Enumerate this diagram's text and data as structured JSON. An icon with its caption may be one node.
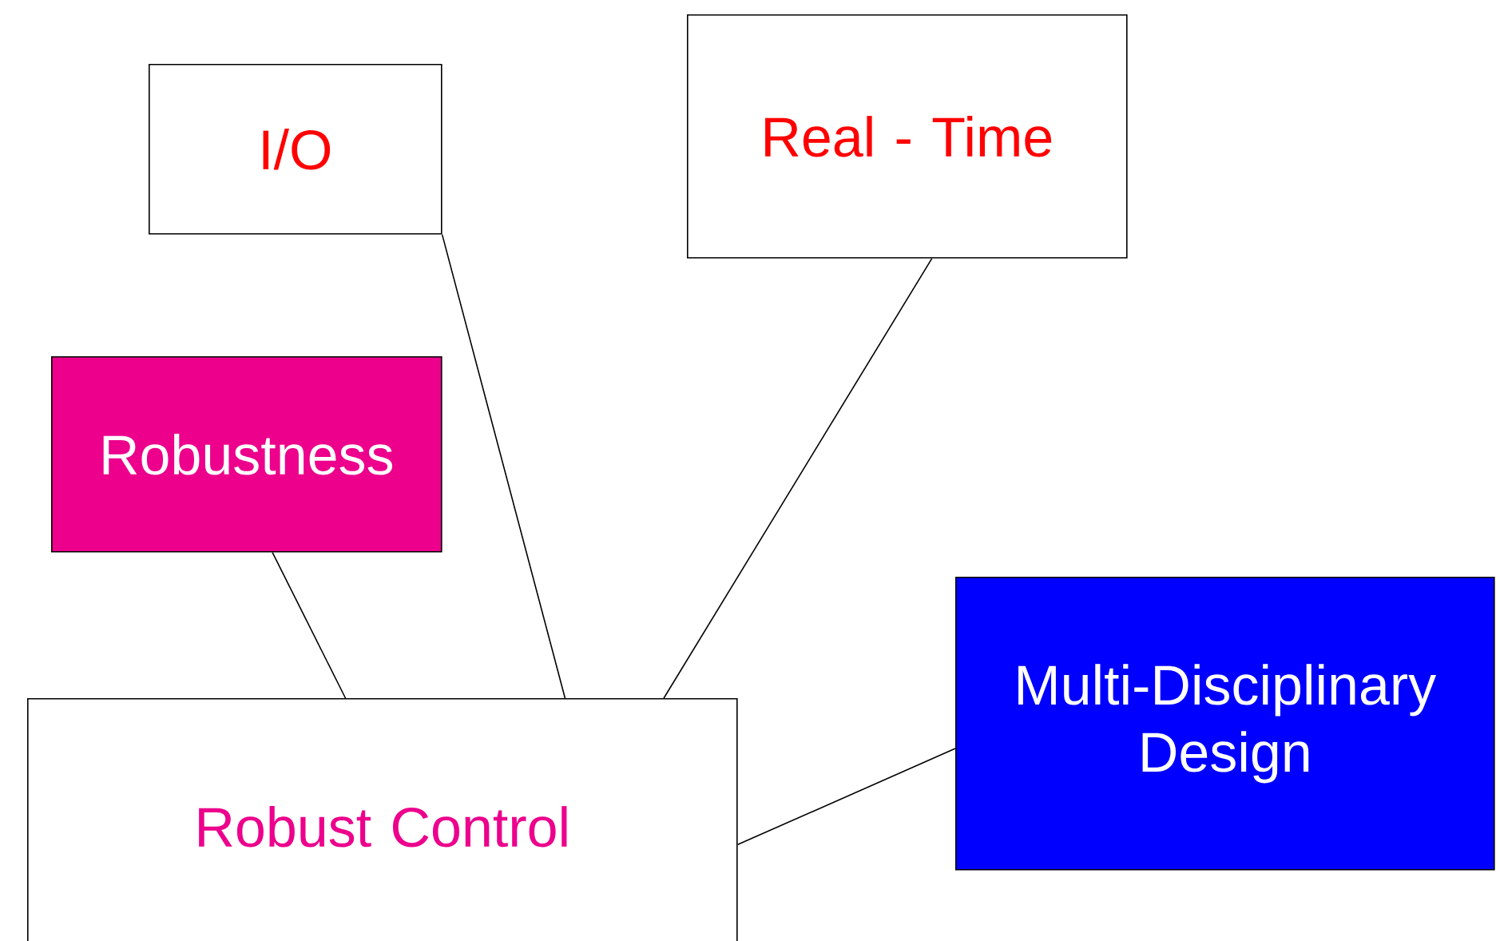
{
  "diagram": {
    "nodes": [
      {
        "text": [
          "I/O"
        ]
      },
      {
        "text": [
          "Real - Time"
        ]
      },
      {
        "text": [
          "Robustness"
        ]
      },
      {
        "text": [
          "Robust Control"
        ]
      },
      {
        "text": [
          "Multi-Disciplinary Design"
        ]
      }
    ],
    "edges": [
      {
        "from": 2,
        "to": 3,
        "arrow": "none"
      },
      {
        "from": 0,
        "to": 3,
        "arrow": "none"
      },
      {
        "from": 1,
        "to": 3,
        "arrow": "none"
      },
      {
        "from": 4,
        "to": 3,
        "arrow": "none"
      }
    ]
  }
}
